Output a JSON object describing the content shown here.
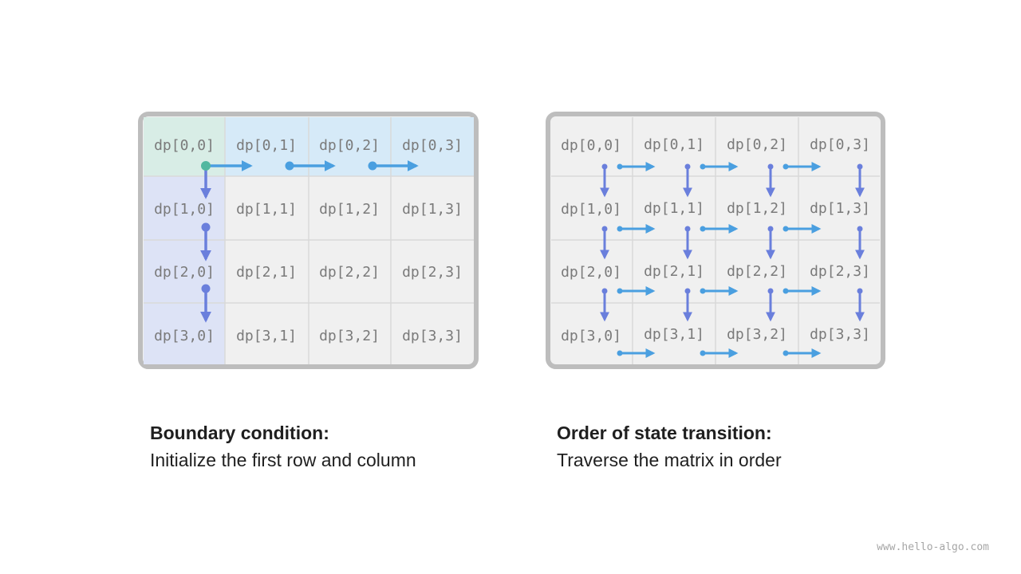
{
  "left_panel": {
    "cells": [
      [
        "dp[0,0]",
        "dp[0,1]",
        "dp[0,2]",
        "dp[0,3]"
      ],
      [
        "dp[1,0]",
        "dp[1,1]",
        "dp[1,2]",
        "dp[1,3]"
      ],
      [
        "dp[2,0]",
        "dp[2,1]",
        "dp[2,2]",
        "dp[2,3]"
      ],
      [
        "dp[3,0]",
        "dp[3,1]",
        "dp[3,2]",
        "dp[3,3]"
      ]
    ],
    "caption_title": "Boundary condition:",
    "caption_body": "Initialize the first row and column"
  },
  "right_panel": {
    "cells": [
      [
        "dp[0,0]",
        "dp[0,1]",
        "dp[0,2]",
        "dp[0,3]"
      ],
      [
        "dp[1,0]",
        "dp[1,1]",
        "dp[1,2]",
        "dp[1,3]"
      ],
      [
        "dp[2,0]",
        "dp[2,1]",
        "dp[2,2]",
        "dp[2,3]"
      ],
      [
        "dp[3,0]",
        "dp[3,1]",
        "dp[3,2]",
        "dp[3,3]"
      ]
    ],
    "caption_title": "Order of state transition:",
    "caption_body": "Traverse the matrix in order"
  },
  "watermark": "www.hello-algo.com",
  "colors": {
    "frame": "#bdbdbd",
    "cell_bg": "#f0f0f0",
    "grid_line": "#d9d9d9",
    "origin_cell": "#d8ede6",
    "first_row": "#d6eaf8",
    "first_col": "#dde3f6",
    "arrow_right": "#4a9fe0",
    "arrow_down": "#6a7fdc",
    "origin_dot": "#52b8a0"
  }
}
